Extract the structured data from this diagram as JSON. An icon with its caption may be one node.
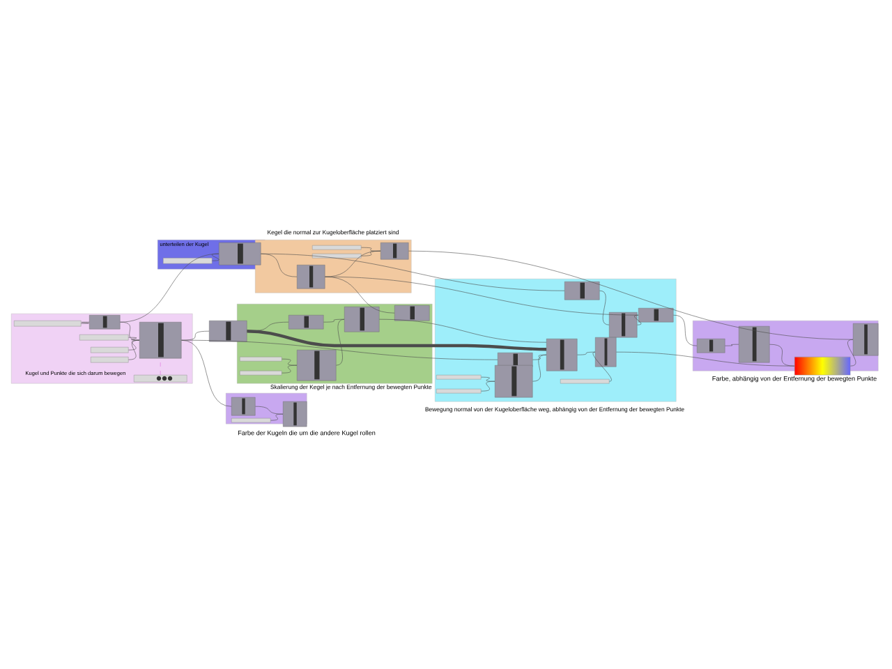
{
  "diagram": {
    "nodes": [
      {
        "text": [
          "Kugel und Punkte die sich darum bewegen"
        ]
      },
      {
        "text": [
          "unterteilen der Kugel"
        ]
      },
      {
        "text": [
          "Kegel die normal zur Kugeloberfläche platziert sind"
        ]
      },
      {
        "text": [
          "Skalierung der Kegel je nach Entfernung der bewegten Punkte"
        ]
      },
      {
        "text": [
          "Farbe der Kugeln die um die andere Kugel rollen"
        ]
      },
      {
        "text": [
          "Bewegung normal von der Kugeloberfläche weg, abhängig von der Entfernung der bewegten Punkte"
        ]
      },
      {
        "text": [
          "Farbe, abhängig von der Entfernung der bewegten Punkte"
        ]
      },
      {
        "text": [],
        "shape": "bar",
        "in": 0
      },
      {
        "text": [],
        "shape": "box",
        "in": 0
      },
      {
        "text": [],
        "shape": "bar",
        "in": 0
      },
      {
        "text": [],
        "shape": "bar",
        "in": 0
      },
      {
        "text": [],
        "shape": "bar",
        "in": 0
      },
      {
        "text": [],
        "shape": "box",
        "in": 0
      },
      {
        "text": [],
        "shape": "bar",
        "in": 0
      },
      {
        "text": [],
        "shape": "bar",
        "in": 1
      },
      {
        "text": [],
        "shape": "box",
        "in": 1
      },
      {
        "text": [],
        "shape": "bar",
        "in": 2
      },
      {
        "text": [],
        "shape": "bar",
        "in": 2
      },
      {
        "text": [],
        "shape": "box",
        "in": 2
      },
      {
        "text": [],
        "shape": "box",
        "in": 2
      },
      {
        "text": [],
        "shape": "box"
      },
      {
        "text": [],
        "shape": "box",
        "in": 3
      },
      {
        "text": [],
        "shape": "box",
        "in": 3
      },
      {
        "text": [],
        "shape": "box",
        "in": 3
      },
      {
        "text": [],
        "shape": "bar",
        "in": 3
      },
      {
        "text": [],
        "shape": "bar",
        "in": 3
      },
      {
        "text": [],
        "shape": "box",
        "in": 3
      },
      {
        "text": [],
        "shape": "box",
        "in": 5
      },
      {
        "text": [],
        "shape": "box",
        "in": 5
      },
      {
        "text": [],
        "shape": "box",
        "in": 5
      },
      {
        "text": [],
        "shape": "box",
        "in": 5
      },
      {
        "text": [],
        "shape": "box",
        "in": 5
      },
      {
        "text": [],
        "shape": "box",
        "in": 5
      },
      {
        "text": [],
        "shape": "bar",
        "in": 5
      },
      {
        "text": [],
        "shape": "bar",
        "in": 5
      },
      {
        "text": [],
        "shape": "box",
        "in": 5
      },
      {
        "text": [],
        "shape": "bar",
        "in": 5
      },
      {
        "text": [],
        "shape": "box",
        "in": 4
      },
      {
        "text": [],
        "shape": "bar",
        "in": 4
      },
      {
        "text": [],
        "shape": "box",
        "in": 4
      },
      {
        "text": [],
        "shape": "box",
        "in": 6
      },
      {
        "text": [],
        "shape": "box",
        "in": 6
      },
      {
        "text": [],
        "shape": "bar",
        "in": 6
      },
      {
        "text": [],
        "shape": "box",
        "in": 6
      }
    ],
    "edges": [
      {
        "from": 7,
        "to": 8,
        "arrow": "none"
      },
      {
        "from": 8,
        "to": 15,
        "arrow": "none"
      },
      {
        "from": 8,
        "to": 12,
        "arrow": "none"
      },
      {
        "from": 9,
        "to": 12,
        "arrow": "none"
      },
      {
        "from": 10,
        "to": 12,
        "arrow": "none"
      },
      {
        "from": 11,
        "to": 12,
        "arrow": "none"
      },
      {
        "from": 13,
        "to": 12,
        "arrow": "none",
        "style": "dashed",
        "color": "#e070e0"
      },
      {
        "from": 14,
        "to": 15,
        "arrow": "none"
      },
      {
        "from": 15,
        "to": 19,
        "arrow": "none"
      },
      {
        "from": 15,
        "to": 27,
        "arrow": "none"
      },
      {
        "from": 12,
        "to": 20,
        "arrow": "none"
      },
      {
        "from": 12,
        "to": 37,
        "arrow": "none"
      },
      {
        "from": 16,
        "to": 18,
        "arrow": "none"
      },
      {
        "from": 17,
        "to": 18,
        "arrow": "none"
      },
      {
        "from": 19,
        "to": 18,
        "arrow": "none"
      },
      {
        "from": 19,
        "to": 29,
        "arrow": "none"
      },
      {
        "from": 18,
        "to": 43,
        "arrow": "none"
      },
      {
        "from": 20,
        "to": 21,
        "arrow": "none"
      },
      {
        "from": 21,
        "to": 22,
        "arrow": "none"
      },
      {
        "from": 19,
        "to": 23,
        "arrow": "none"
      },
      {
        "from": 24,
        "to": 26,
        "arrow": "none"
      },
      {
        "from": 25,
        "to": 26,
        "arrow": "none"
      },
      {
        "from": 26,
        "to": 22,
        "arrow": "none"
      },
      {
        "from": 22,
        "to": 31,
        "arrow": "none"
      },
      {
        "from": 20,
        "to": 31,
        "arrow": "none",
        "style": "thick"
      },
      {
        "from": 30,
        "to": 31,
        "arrow": "none"
      },
      {
        "from": 33,
        "to": 35,
        "arrow": "none"
      },
      {
        "from": 34,
        "to": 35,
        "arrow": "none"
      },
      {
        "from": 35,
        "to": 31,
        "arrow": "none"
      },
      {
        "from": 31,
        "to": 32,
        "arrow": "none"
      },
      {
        "from": 36,
        "to": 32,
        "arrow": "none"
      },
      {
        "from": 27,
        "to": 28,
        "arrow": "none"
      },
      {
        "from": 28,
        "to": 29,
        "arrow": "none"
      },
      {
        "from": 32,
        "to": 42,
        "arrow": "none"
      },
      {
        "from": 40,
        "to": 41,
        "arrow": "none"
      },
      {
        "from": 41,
        "to": 42,
        "arrow": "none"
      },
      {
        "from": 42,
        "to": 43,
        "arrow": "none"
      },
      {
        "from": 37,
        "to": 39,
        "arrow": "none"
      },
      {
        "from": 38,
        "to": 39,
        "arrow": "none"
      },
      {
        "from": 12,
        "to": 30,
        "arrow": "none"
      },
      {
        "from": 29,
        "to": 40,
        "arrow": "none"
      }
    ]
  }
}
